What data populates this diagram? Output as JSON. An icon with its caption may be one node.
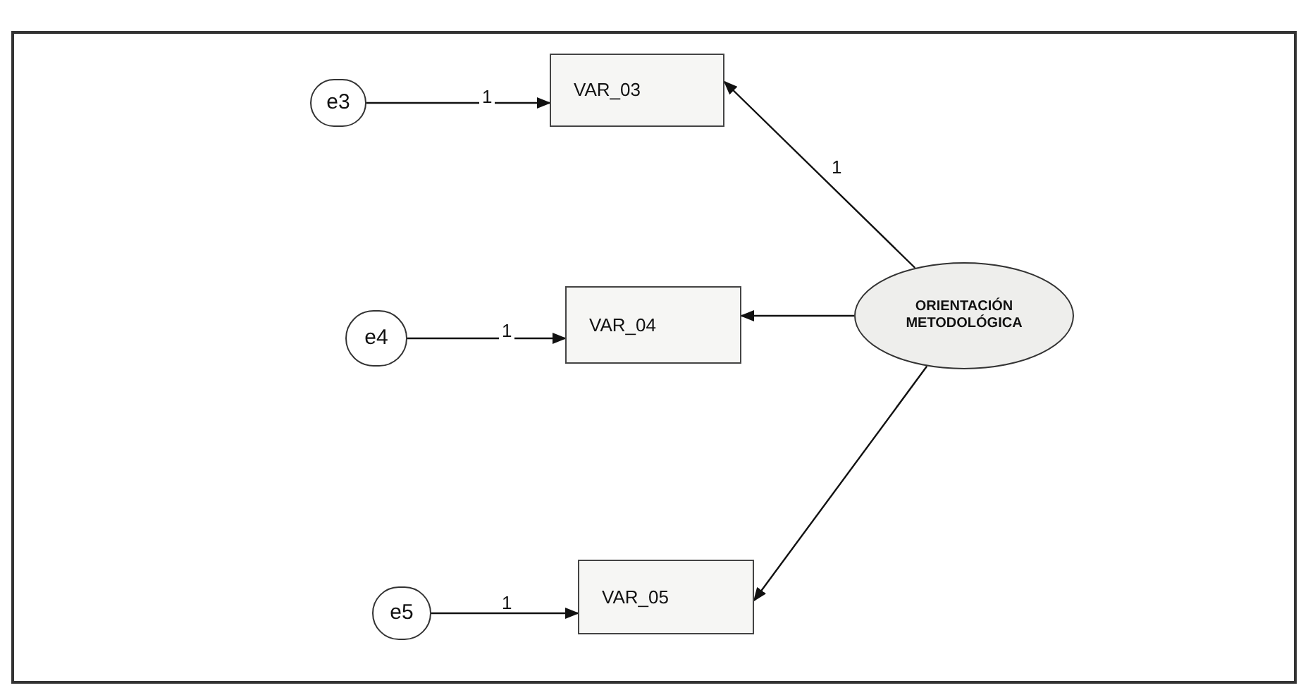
{
  "diagram": {
    "nodes": [
      {
        "text": [
          "e3"
        ]
      },
      {
        "text": [
          "VAR_03"
        ]
      },
      {
        "text": [
          "e4"
        ]
      },
      {
        "text": [
          "VAR_04"
        ]
      },
      {
        "text": [
          "e5"
        ]
      },
      {
        "text": [
          "VAR_05"
        ]
      },
      {
        "text": [
          "ORIENTACIÓN METODOLÓGICA"
        ]
      }
    ],
    "edges": [
      {
        "from": 0,
        "to": 1,
        "arrow": "to",
        "label": "1"
      },
      {
        "from": 6,
        "to": 1,
        "arrow": "to",
        "label": "1"
      },
      {
        "from": 2,
        "to": 3,
        "arrow": "to",
        "label": "1"
      },
      {
        "from": 6,
        "to": 3,
        "arrow": "to"
      },
      {
        "from": 4,
        "to": 5,
        "arrow": "to",
        "label": "1"
      },
      {
        "from": 6,
        "to": 5,
        "arrow": "to"
      }
    ]
  }
}
